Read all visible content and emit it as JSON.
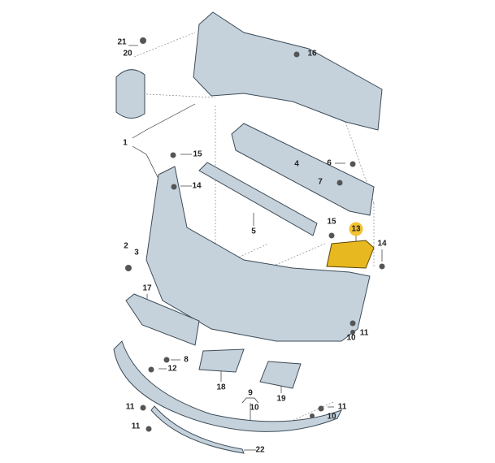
{
  "diagram": {
    "highlight_color": "#f2c230",
    "part_fill": "#c5d2dc",
    "part_stroke": "#3d4c58",
    "highlighted_part": "13",
    "callouts": [
      "21",
      "20",
      "16",
      "1",
      "15",
      "14",
      "4",
      "6",
      "7",
      "5",
      "15",
      "13",
      "14",
      "2",
      "3",
      "17",
      "8",
      "12",
      "18",
      "19",
      "10",
      "11",
      "9",
      "10",
      "11",
      "10",
      "11",
      "11",
      "22"
    ]
  }
}
